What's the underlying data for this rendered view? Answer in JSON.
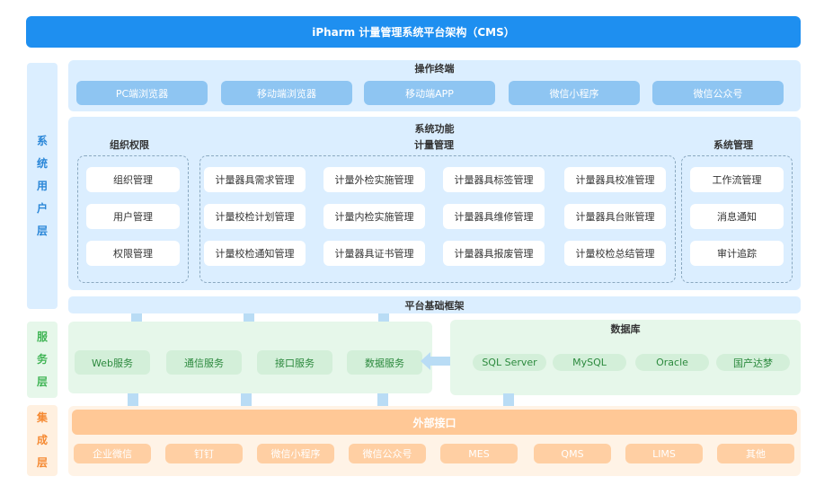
{
  "title": "iPharm 计量管理系统平台架构（CMS）",
  "layers": {
    "user": "系统用户层",
    "service": "服务层",
    "integration": "集成层"
  },
  "terminals": {
    "label": "操作终端",
    "items": [
      "PC端浏览器",
      "移动端浏览器",
      "移动端APP",
      "微信小程序",
      "微信公众号"
    ]
  },
  "functions": {
    "label": "系统功能",
    "org": {
      "label": "组织权限",
      "items": [
        "组织管理",
        "用户管理",
        "权限管理"
      ]
    },
    "metering": {
      "label": "计量管理",
      "items": [
        "计量器具需求管理",
        "计量外检实施管理",
        "计量器具标签管理",
        "计量器具校准管理",
        "计量校检计划管理",
        "计量内检实施管理",
        "计量器具维修管理",
        "计量器具台账管理",
        "计量校检通知管理",
        "计量器具证书管理",
        "计量器具报废管理",
        "计量校检总结管理"
      ]
    },
    "system": {
      "label": "系统管理",
      "items": [
        "工作流管理",
        "消息通知",
        "审计追踪"
      ]
    }
  },
  "platform": "平台基础框架",
  "services": [
    "Web服务",
    "通信服务",
    "接口服务",
    "数据服务"
  ],
  "database": {
    "label": "数据库",
    "items": [
      "SQL Server",
      "MySQL",
      "Oracle",
      "国产达梦"
    ]
  },
  "external": {
    "label": "外部接口",
    "items": [
      "企业微信",
      "钉钉",
      "微信小程序",
      "微信公众号",
      "MES",
      "QMS",
      "LIMS",
      "其他"
    ]
  },
  "colors": {
    "title": "#1e8ff0",
    "user_layer": "#dbeeff",
    "service_layer": "#e6f7ea",
    "integration_layer": "#fff0e0"
  }
}
